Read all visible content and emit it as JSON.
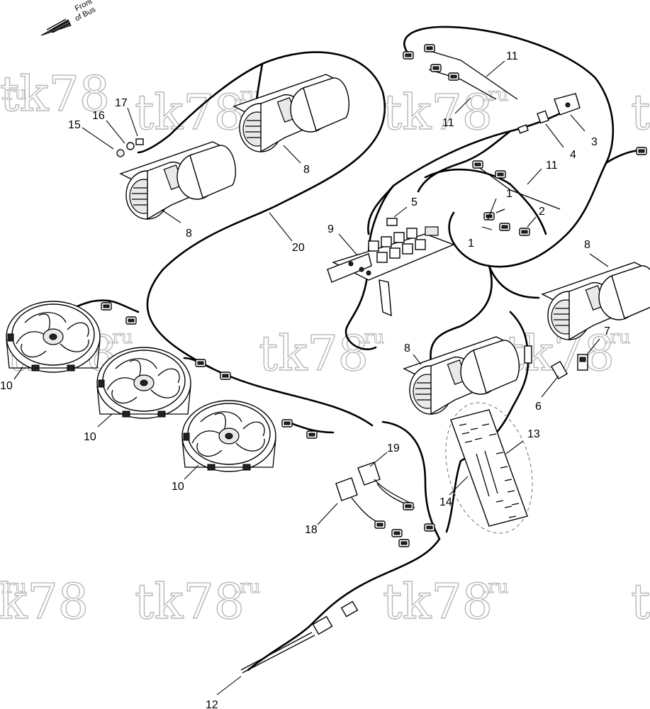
{
  "orientation": {
    "line1": "Front",
    "line2": "of Bus"
  },
  "watermark": {
    "text": "tk78",
    "suffix": ".ru"
  },
  "callouts": [
    {
      "id": "c1a",
      "text": "1"
    },
    {
      "id": "c1b",
      "text": "1"
    },
    {
      "id": "c2",
      "text": "2"
    },
    {
      "id": "c3",
      "text": "3"
    },
    {
      "id": "c4",
      "text": "4"
    },
    {
      "id": "c5",
      "text": "5"
    },
    {
      "id": "c6",
      "text": "6"
    },
    {
      "id": "c7",
      "text": "7"
    },
    {
      "id": "c8a",
      "text": "8"
    },
    {
      "id": "c8b",
      "text": "8"
    },
    {
      "id": "c8c",
      "text": "8"
    },
    {
      "id": "c8d",
      "text": "8"
    },
    {
      "id": "c9",
      "text": "9"
    },
    {
      "id": "c10a",
      "text": "10"
    },
    {
      "id": "c10b",
      "text": "10"
    },
    {
      "id": "c10c",
      "text": "10"
    },
    {
      "id": "c11a",
      "text": "11"
    },
    {
      "id": "c11b",
      "text": "11"
    },
    {
      "id": "c11c",
      "text": "11"
    },
    {
      "id": "c12",
      "text": "12"
    },
    {
      "id": "c13",
      "text": "13"
    },
    {
      "id": "c14",
      "text": "14"
    },
    {
      "id": "c15",
      "text": "15"
    },
    {
      "id": "c16",
      "text": "16"
    },
    {
      "id": "c17",
      "text": "17"
    },
    {
      "id": "c18",
      "text": "18"
    },
    {
      "id": "c19",
      "text": "19"
    },
    {
      "id": "c20",
      "text": "20"
    }
  ]
}
